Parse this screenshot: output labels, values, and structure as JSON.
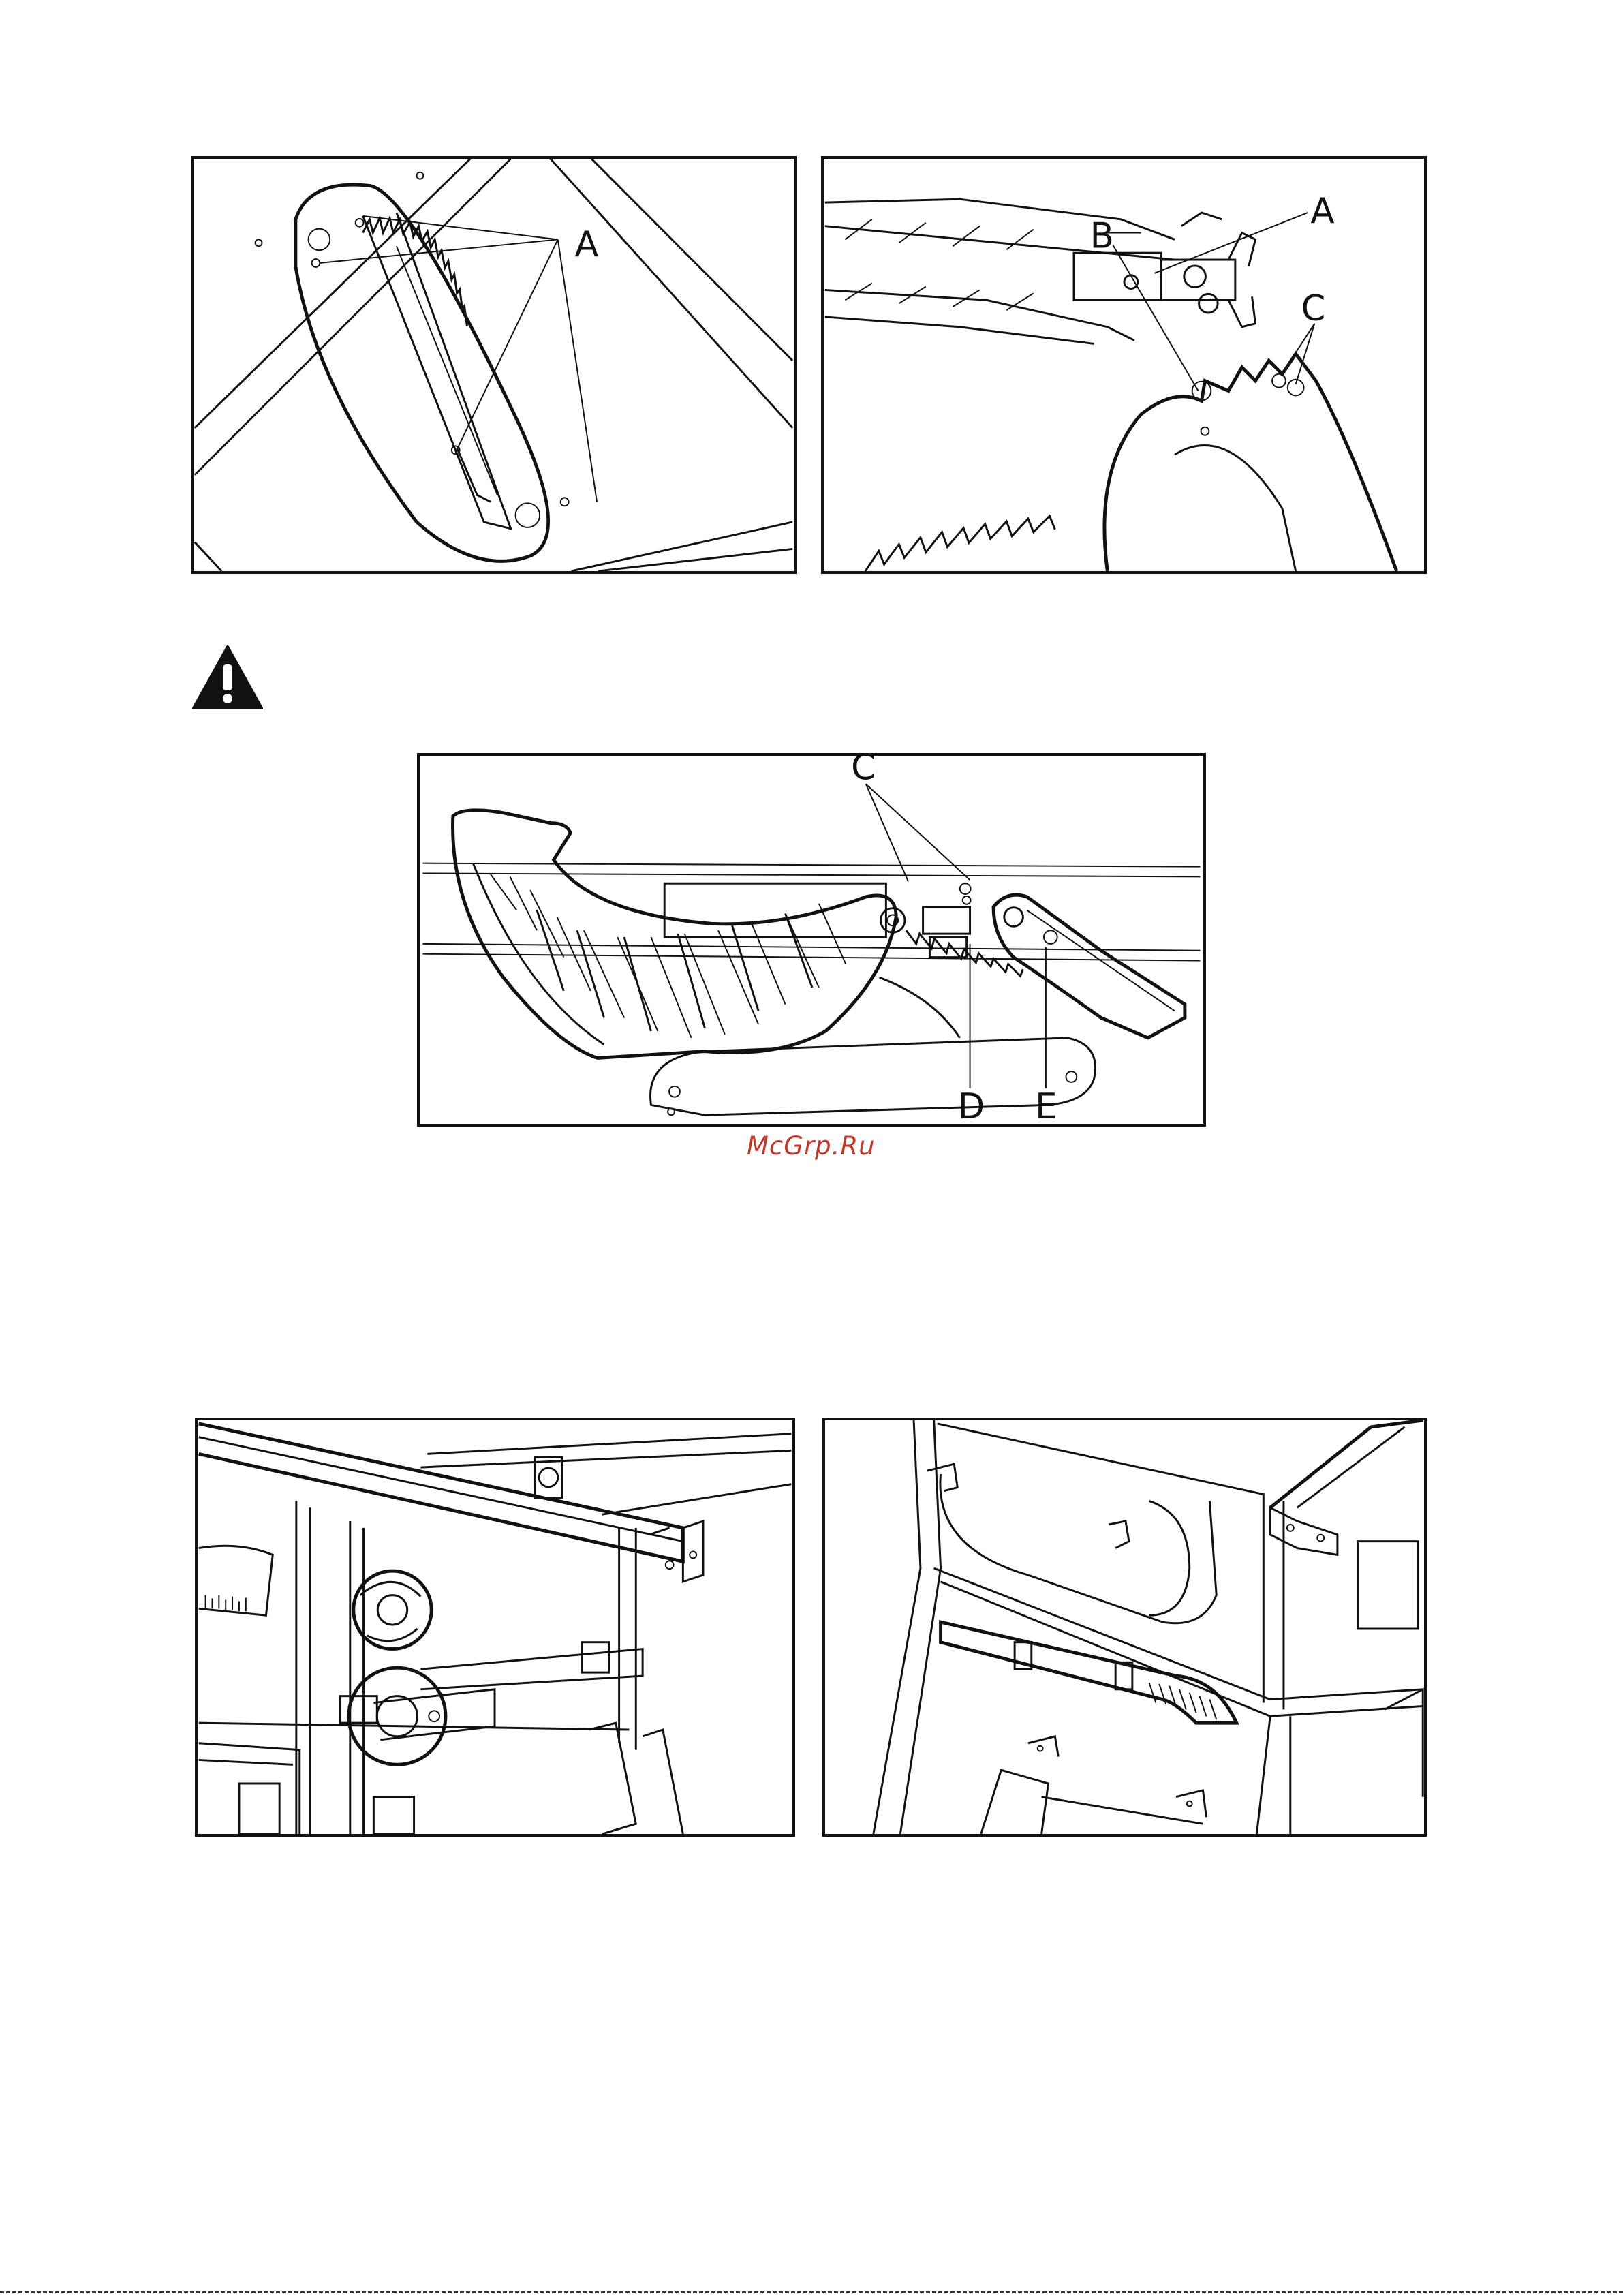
{
  "figures": {
    "fig1": {
      "callouts": {
        "a": "A"
      }
    },
    "fig2": {
      "callouts": {
        "a": "A",
        "b": "B",
        "c": "C"
      }
    },
    "fig3": {
      "callouts": {
        "c": "C",
        "d": "D",
        "e": "E"
      }
    }
  },
  "watermark": "McGrp.Ru",
  "warning_icon": "warning-triangle-icon"
}
